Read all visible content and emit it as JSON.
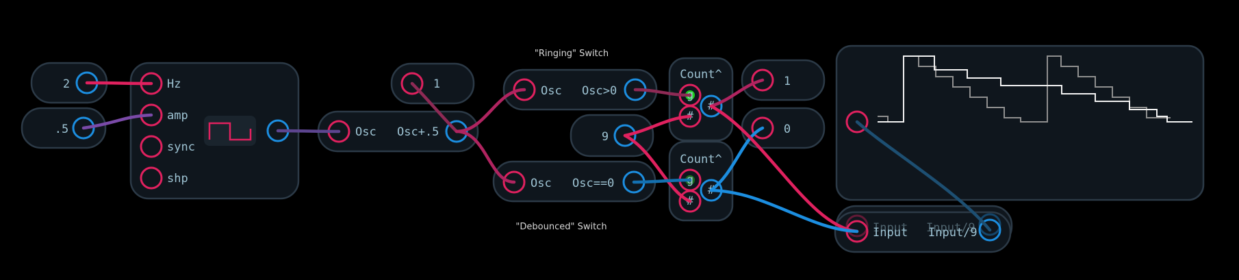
{
  "captions": {
    "ringing": "\"Ringing\" Switch",
    "debounced": "\"Debounced\" Switch"
  },
  "const_nodes": {
    "hz_value": "2",
    "amp_value": ".5",
    "one_a": "1",
    "nine": "9",
    "one_b": "1",
    "zero": "0"
  },
  "oscillator": {
    "inputs": [
      "Hz",
      "amp",
      "sync",
      "shp"
    ],
    "waveform_icon": "square-wave-icon"
  },
  "expr_nodes": {
    "osc_plus": {
      "in": "Osc",
      "out": "Osc+.5"
    },
    "osc_gt": {
      "in": "Osc",
      "out": "Osc>0"
    },
    "osc_eq": {
      "in": "Osc",
      "out": "Osc==0"
    },
    "input_div": {
      "in": "Input",
      "out": "Input/9"
    }
  },
  "counters": {
    "top": {
      "title": "Count^",
      "gate": "g",
      "reset": "#",
      "out": "#"
    },
    "bottom": {
      "title": "Count^",
      "gate": "g",
      "reset": "#",
      "out": "#"
    }
  },
  "colors": {
    "wire_red": "#e0215f",
    "wire_blue": "#1c8ee0",
    "wire_purple": "#7a4aa8",
    "gate_active": "#1fd11f"
  }
}
